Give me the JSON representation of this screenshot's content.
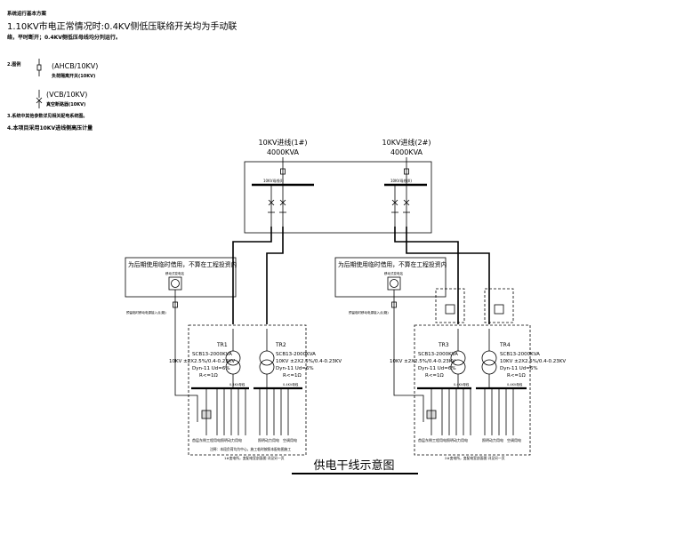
{
  "notes": {
    "heading": "系统运行基本方案",
    "item1_line1": "1.10KV市电正常情况时:0.4KV侧低压联络开关均为手动联",
    "item1_line2": "络，平时断开；0.4KV侧低压母线均分列运行。",
    "item2_label": "2.图例",
    "ahcb_label": "(AHCB/10KV)",
    "ahcb_desc": "负荷隔离开关(10KV)",
    "vcb_label": "(VCB/10KV)",
    "vcb_desc": "真空断路器(10KV)",
    "item3": "3.系统中其他参数详见相关配电系统图。",
    "item4": "4.本项目采用10KV进线侧高压计量"
  },
  "diagram": {
    "feeder1_line1": "10KV进线(1#)",
    "feeder1_line2": "4000KVA",
    "feeder2_line1": "10KV进线(2#)",
    "feeder2_line2": "4000KVA",
    "bus1_label": "10KV母线(I)",
    "bus2_label": "10KV母线(II)",
    "temp_note_left": "为后期使用临时借用，不算在工程投资内",
    "temp_note_right": "为后期使用临时借用，不算在工程投资内",
    "mobile_box_label": "移动式变电站",
    "temp_feed_left": "预留临时移动电源接入点(箱)",
    "temp_feed_right": "预留临时移动电源接入点(箱)",
    "tr1": {
      "name": "TR1",
      "model": "SCB13-2000KVA",
      "ratio": "10KV ±2X2.5%/0.4-0.23KV",
      "group": "Dyn-11 Ud=6%",
      "rc": "R<=1Ω"
    },
    "tr2": {
      "name": "TR2",
      "model": "SCB13-2000KVA",
      "ratio": "10KV ±2X2.5%/0.4-0.23KV",
      "group": "Dyn-11 Ud=6%",
      "rc": "R<=1Ω"
    },
    "tr3": {
      "name": "TR3",
      "model": "SCB13-2000KVA",
      "ratio": "10KV ±2X2.5%/0.4-0.23KV",
      "group": "Dyn-11 Ud=6%",
      "rc": "R<=1Ω"
    },
    "tr4": {
      "name": "TR4",
      "model": "SCB13-2000KVA",
      "ratio": "10KV ±2X2.5%/0.4-0.23KV",
      "group": "Dyn-11 Ud=6%",
      "rc": "R<=1Ω"
    },
    "lv_bus_label": "0.4KV母线",
    "left_loads_a": "首层东侧工程用电",
    "left_loads_b": "照明动力用电",
    "left_loads_c": "照明动力用电",
    "left_loads_d": "空调用电",
    "left_sub_note1": "注释：本段负荷均为中心，施工临时按照本配电图施工",
    "left_sub_note2": "1#变电所，变配电室剖面图 详见另一页",
    "right_loads_a": "首层东侧工程用电",
    "right_loads_b": "照明动力用电",
    "right_loads_c": "照明动力用电",
    "right_loads_d": "空调用电",
    "right_sub_note2": "2#变电所，变配电室剖面图 详见另一页",
    "title": "供电干线示意图"
  }
}
